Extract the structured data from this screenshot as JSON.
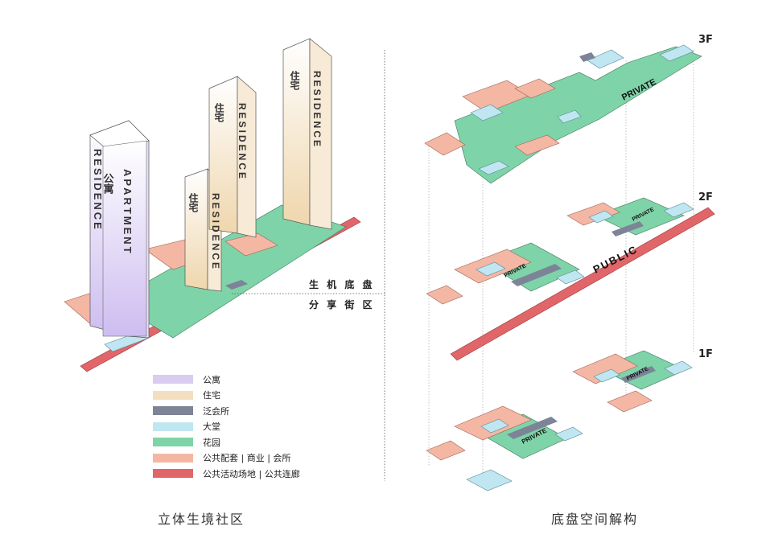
{
  "titles": {
    "left": "立体生境社区",
    "right": "底盘空间解构"
  },
  "center_label": {
    "line1": "生 机 底 盘",
    "line2": "分 享 街 区"
  },
  "floors": [
    "3F",
    "2F",
    "1F"
  ],
  "tower_labels": {
    "apartment_en": "APARTMENT",
    "apartment_cn": "公寓",
    "residence_en": "RESIDENCE",
    "residence_cn": "住宅"
  },
  "zone_labels": {
    "private": "PRIVATE",
    "public": "PUBLIC"
  },
  "legend": [
    {
      "label": "公寓",
      "color": "#d9ccf0"
    },
    {
      "label": "住宅",
      "color": "#f3dfc0"
    },
    {
      "label": "泛会所",
      "color": "#7d8497"
    },
    {
      "label": "大堂",
      "color": "#bfe6f1"
    },
    {
      "label": "花园",
      "color": "#7fd3a8"
    },
    {
      "label": "公共配套 | 商业 | 会所",
      "color": "#f4b7a3"
    },
    {
      "label": "公共活动场地 | 公共连廊",
      "color": "#e0666a"
    }
  ]
}
